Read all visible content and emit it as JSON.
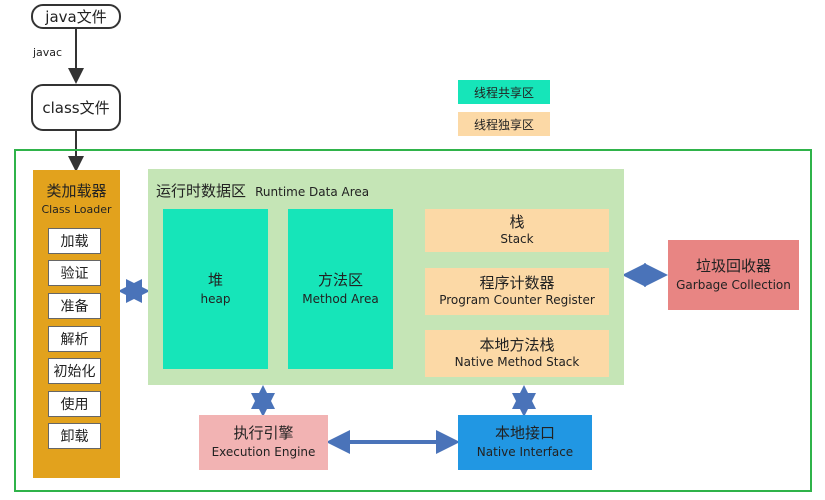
{
  "flow": {
    "java_file": "java文件",
    "javac_label": "javac",
    "class_file": "class文件"
  },
  "legend": {
    "shared": "线程共享区",
    "private": "线程独享区"
  },
  "class_loader": {
    "title_cn": "类加载器",
    "title_en": "Class Loader",
    "steps": [
      "加载",
      "验证",
      "准备",
      "解析",
      "初始化",
      "使用",
      "卸载"
    ]
  },
  "runtime_area": {
    "title_cn": "运行时数据区",
    "title_en": "Runtime Data Area",
    "heap": {
      "cn": "堆",
      "en": "heap"
    },
    "method_area": {
      "cn": "方法区",
      "en": "Method Area"
    },
    "stack": {
      "cn": "栈",
      "en": "Stack"
    },
    "pc_register": {
      "cn": "程序计数器",
      "en": "Program Counter Register"
    },
    "native_stack": {
      "cn": "本地方法栈",
      "en": "Native Method Stack"
    }
  },
  "gc": {
    "cn": "垃圾回收器",
    "en": "Garbage Collection"
  },
  "execution_engine": {
    "cn": "执行引擎",
    "en": "Execution Engine"
  },
  "native_interface": {
    "cn": "本地接口",
    "en": "Native Interface"
  },
  "colors": {
    "shared": "#16e5b9",
    "private": "#fcd9a6",
    "class_loader": "#e2a21d",
    "runtime": "#c5e5b6",
    "gc": "#e88583",
    "execution_engine": "#f2b3b3",
    "native_interface": "#2197e3",
    "arrow": "#4a73b9",
    "jvm_border": "#2fb34a"
  }
}
